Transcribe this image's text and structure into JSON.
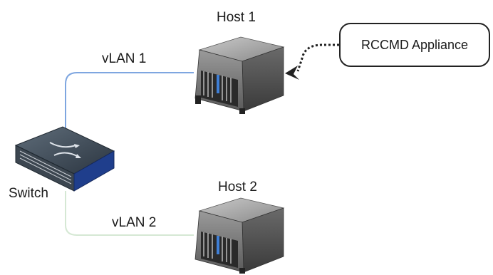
{
  "diagram": {
    "nodes": {
      "host1": {
        "label": "Host 1",
        "icon": "server-icon"
      },
      "host2": {
        "label": "Host 2",
        "icon": "server-icon"
      },
      "switch": {
        "label": "Switch",
        "icon": "network-switch-icon"
      },
      "appliance": {
        "label": "RCCMD Appliance"
      }
    },
    "edges": {
      "vlan1": {
        "label": "vLAN 1",
        "from": "switch",
        "to": "host1",
        "color": "#7ea6e0"
      },
      "vlan2": {
        "label": "vLAN 2",
        "from": "switch",
        "to": "host2",
        "color": "#d5e8d4"
      },
      "appliance_link": {
        "from": "appliance",
        "to": "host1",
        "style": "dotted-arrow",
        "color": "#222222"
      }
    }
  }
}
